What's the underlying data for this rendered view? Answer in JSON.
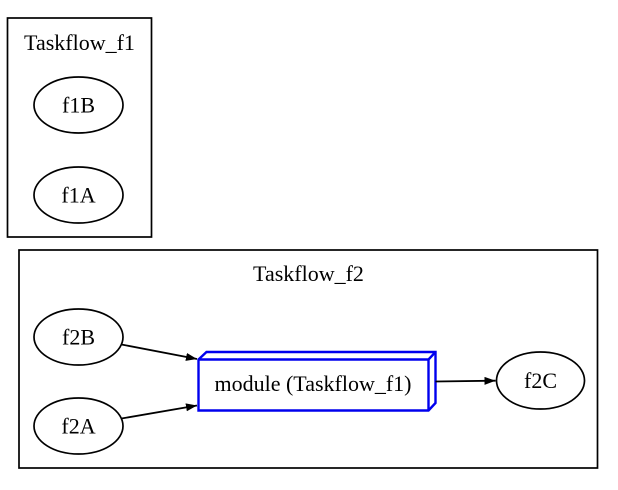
{
  "diagram": {
    "type": "taskflow-graph",
    "clusters": [
      {
        "title": "Taskflow_f1",
        "nodes": [
          {
            "label": "f1B",
            "shape": "ellipse"
          },
          {
            "label": "f1A",
            "shape": "ellipse"
          }
        ]
      },
      {
        "title": "Taskflow_f2",
        "nodes": [
          {
            "label": "f2B",
            "shape": "ellipse"
          },
          {
            "label": "f2A",
            "shape": "ellipse"
          },
          {
            "label": "module (Taskflow_f1)",
            "shape": "box3d"
          },
          {
            "label": "f2C",
            "shape": "ellipse"
          }
        ]
      }
    ],
    "edges": [
      {
        "from": "f2B",
        "to": "module (Taskflow_f1)"
      },
      {
        "from": "f2A",
        "to": "module (Taskflow_f1)"
      },
      {
        "from": "module (Taskflow_f1)",
        "to": "f2C"
      }
    ],
    "colors": {
      "node_stroke": "#000000",
      "edge": "#000000",
      "module_stroke": "#0000ee",
      "text": "#000000",
      "background": "#ffffff"
    }
  }
}
